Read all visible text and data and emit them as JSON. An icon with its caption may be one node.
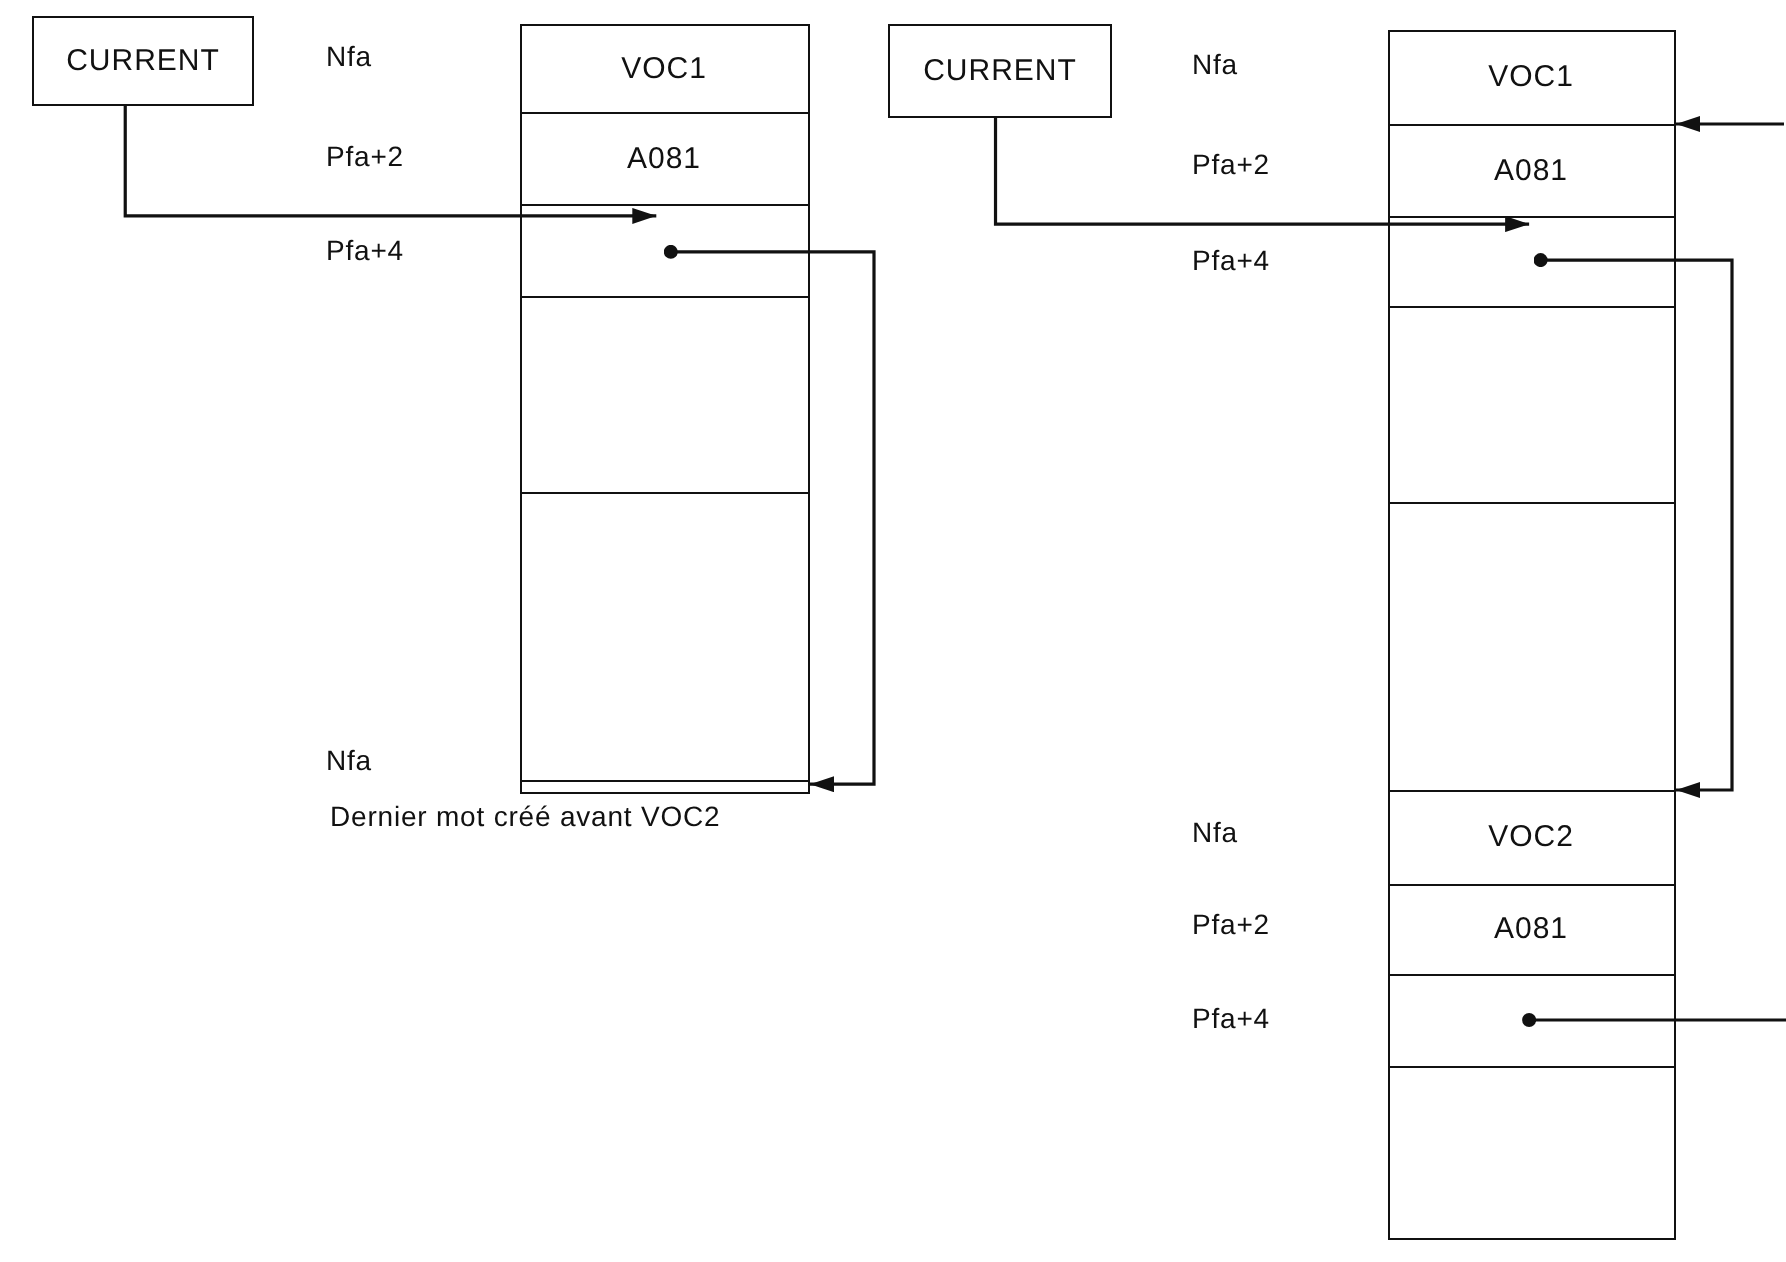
{
  "diagram": {
    "nodes": [
      {
        "text": [
          "CURRENT"
        ]
      },
      {
        "text": [],
        "shape": "box"
      },
      {
        "text": [
          "VOC1"
        ],
        "in": 1
      },
      {
        "text": [
          "A081"
        ],
        "in": 1
      },
      {
        "text": [],
        "shape": "box",
        "in": 1
      },
      {
        "text": [],
        "shape": "box",
        "in": 1
      },
      {
        "text": [],
        "shape": "box",
        "in": 1
      },
      {
        "text": [],
        "shape": "bar",
        "in": 1
      },
      {
        "text": [
          "CURRENT"
        ]
      },
      {
        "text": [],
        "shape": "box"
      },
      {
        "text": [
          "VOC1"
        ],
        "in": 9
      },
      {
        "text": [
          "A081"
        ],
        "in": 9
      },
      {
        "text": [],
        "shape": "box",
        "in": 9
      },
      {
        "text": [],
        "shape": "box",
        "in": 9
      },
      {
        "text": [],
        "shape": "box",
        "in": 9
      },
      {
        "text": [
          "VOC2"
        ],
        "in": 9
      },
      {
        "text": [
          "A081"
        ],
        "in": 9
      },
      {
        "text": [],
        "shape": "box",
        "in": 9
      },
      {
        "text": [],
        "shape": "box",
        "in": 9
      }
    ],
    "edges": [
      {
        "from": 0,
        "to": 4,
        "arrow": "to"
      },
      {
        "from": 4,
        "to": 7,
        "arrow": "to"
      },
      {
        "from": 8,
        "to": 12,
        "arrow": "to"
      },
      {
        "from": 12,
        "to": 15,
        "arrow": "to"
      },
      {
        "from": null,
        "to": 10,
        "arrow": "to"
      },
      {
        "from": 17,
        "to": null,
        "arrow": "other"
      }
    ],
    "labels": [
      "Nfa",
      "Pfa+2",
      "Pfa+4",
      "Nfa",
      "Dernier mot créé avant VOC2",
      "Nfa",
      "Pfa+2",
      "Pfa+4",
      "Nfa",
      "Pfa+2",
      "Pfa+4"
    ]
  }
}
